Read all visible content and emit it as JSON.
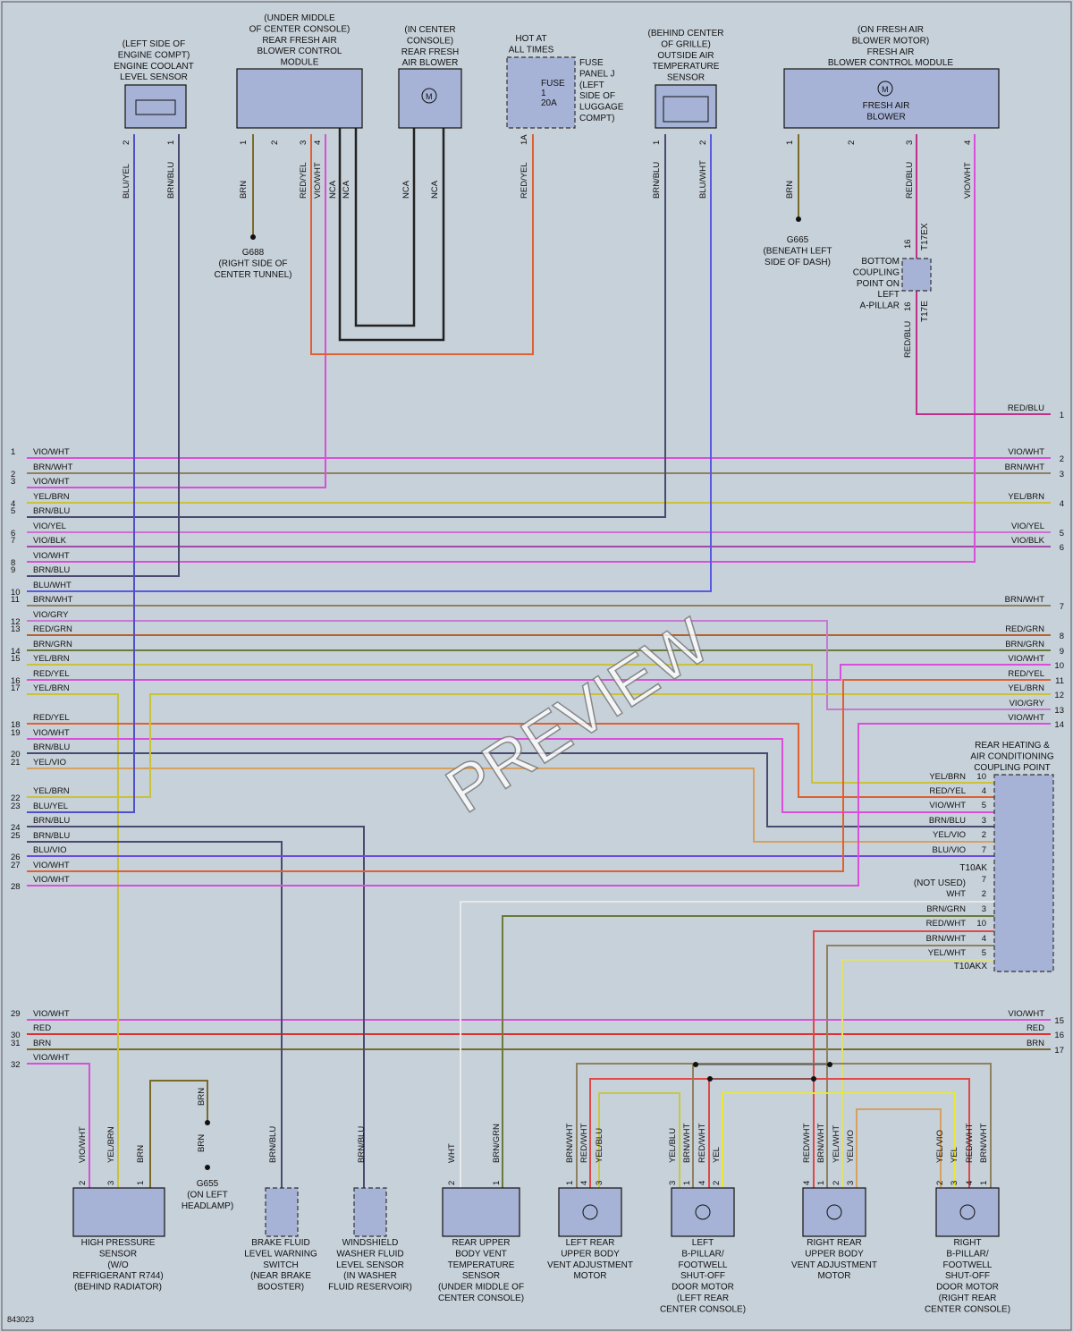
{
  "watermark": "PREVIEW",
  "figure_id": "843023",
  "components": {
    "coolant": [
      "(LEFT SIDE OF",
      "ENGINE COMPT)",
      "ENGINE COOLANT",
      "LEVEL SENSOR"
    ],
    "rear_ctrl": [
      "(UNDER MIDDLE",
      "OF CENTER CONSOLE)",
      "REAR FRESH AIR",
      "BLOWER CONTROL",
      "MODULE"
    ],
    "rear_blower": [
      "(IN CENTER",
      "CONSOLE)",
      "REAR FRESH",
      "AIR BLOWER"
    ],
    "hot": [
      "HOT AT",
      "ALL TIMES"
    ],
    "fuse": [
      "FUSE",
      "1",
      "20A"
    ],
    "fuse_panel": [
      "FUSE",
      "PANEL J",
      "(LEFT",
      "SIDE OF",
      "LUGGAGE",
      "COMPT)"
    ],
    "outside": [
      "(BEHIND CENTER",
      "OF GRILLE)",
      "OUTSIDE AIR",
      "TEMPERATURE",
      "SENSOR"
    ],
    "fresh_ctrl": [
      "(ON FRESH AIR",
      "BLOWER MOTOR)",
      "FRESH AIR",
      "BLOWER CONTROL MODULE"
    ],
    "fresh_blower": [
      "FRESH AIR",
      "BLOWER"
    ],
    "g688": [
      "G688",
      "(RIGHT SIDE OF",
      "CENTER TUNNEL)"
    ],
    "g665": [
      "G665",
      "(BENEATH LEFT",
      "SIDE OF DASH)"
    ],
    "coupling_bottom": [
      "BOTTOM",
      "COUPLING",
      "POINT ON",
      "LEFT",
      "A-PILLAR"
    ],
    "rear_coupling": [
      "REAR HEATING &",
      "AIR CONDITIONING",
      "COUPLING POINT"
    ],
    "g655": [
      "G655",
      "(ON LEFT",
      "HEADLAMP)"
    ],
    "hp_sensor": [
      "HIGH PRESSURE",
      "SENSOR",
      "(W/O",
      "REFRIGERANT R744)",
      "(BEHIND RADIATOR)"
    ],
    "brake": [
      "BRAKE FLUID",
      "LEVEL WARNING",
      "SWITCH",
      "(NEAR BRAKE",
      "BOOSTER)"
    ],
    "washer": [
      "WINDSHIELD",
      "WASHER FLUID",
      "LEVEL SENSOR",
      "(IN WASHER",
      "FLUID RESERVOIR)"
    ],
    "vent_sensor": [
      "REAR UPPER",
      "BODY VENT",
      "TEMPERATURE",
      "SENSOR",
      "(UNDER MIDDLE OF",
      "CENTER CONSOLE)"
    ],
    "left_upper": [
      "LEFT REAR",
      "UPPER BODY",
      "VENT ADJUSTMENT",
      "MOTOR"
    ],
    "left_b": [
      "LEFT",
      "B-PILLAR/",
      "FOOTWELL",
      "SHUT-OFF",
      "DOOR MOTOR",
      "(LEFT REAR",
      "CENTER CONSOLE)"
    ],
    "right_upper": [
      "RIGHT REAR",
      "UPPER BODY",
      "VENT ADJUSTMENT",
      "MOTOR"
    ],
    "right_b": [
      "RIGHT",
      "B-PILLAR/",
      "FOOTWELL",
      "SHUT-OFF",
      "DOOR MOTOR",
      "(RIGHT REAR",
      "CENTER CONSOLE)"
    ]
  },
  "connectors": {
    "t17ex": "T17EX",
    "t17e": "T17E",
    "t10ak": "T10AK",
    "t10akx": "T10AKX",
    "not_used": "(NOT USED)"
  },
  "left_bus": [
    {
      "n": "1",
      "label": "VIO/WHT"
    },
    {
      "n": "2",
      "label": "BRN/WHT"
    },
    {
      "n": "3",
      "label": "VIO/WHT"
    },
    {
      "n": "4",
      "label": "YEL/BRN"
    },
    {
      "n": "5",
      "label": "BRN/BLU"
    },
    {
      "n": "6",
      "label": "VIO/YEL"
    },
    {
      "n": "7",
      "label": "VIO/BLK"
    },
    {
      "n": "8",
      "label": "VIO/WHT"
    },
    {
      "n": "9",
      "label": "BRN/BLU"
    },
    {
      "n": "10",
      "label": "BLU/WHT"
    },
    {
      "n": "11",
      "label": "BRN/WHT"
    },
    {
      "n": "12",
      "label": "VIO/GRY"
    },
    {
      "n": "13",
      "label": "RED/GRN"
    },
    {
      "n": "14",
      "label": "BRN/GRN"
    },
    {
      "n": "15",
      "label": "YEL/BRN"
    },
    {
      "n": "16",
      "label": "RED/YEL"
    },
    {
      "n": "17",
      "label": "YEL/BRN"
    },
    {
      "n": "18",
      "label": "RED/YEL"
    },
    {
      "n": "19",
      "label": "VIO/WHT"
    },
    {
      "n": "20",
      "label": "BRN/BLU"
    },
    {
      "n": "21",
      "label": "YEL/VIO"
    },
    {
      "n": "22",
      "label": "YEL/BRN"
    },
    {
      "n": "23",
      "label": "BLU/YEL"
    },
    {
      "n": "24",
      "label": "BRN/BLU"
    },
    {
      "n": "25",
      "label": "BRN/BLU"
    },
    {
      "n": "26",
      "label": "BLU/VIO"
    },
    {
      "n": "27",
      "label": "VIO/WHT"
    },
    {
      "n": "28",
      "label": "VIO/WHT"
    },
    {
      "n": "29",
      "label": "VIO/WHT"
    },
    {
      "n": "30",
      "label": "RED"
    },
    {
      "n": "31",
      "label": "BRN"
    },
    {
      "n": "32",
      "label": "VIO/WHT"
    }
  ],
  "right_bus": [
    {
      "n": "1",
      "label": "RED/BLU"
    },
    {
      "n": "2",
      "label": "VIO/WHT"
    },
    {
      "n": "3",
      "label": "BRN/WHT"
    },
    {
      "n": "4",
      "label": "YEL/BRN"
    },
    {
      "n": "5",
      "label": "VIO/YEL"
    },
    {
      "n": "6",
      "label": "VIO/BLK"
    },
    {
      "n": "7",
      "label": "BRN/WHT"
    },
    {
      "n": "8",
      "label": "RED/GRN"
    },
    {
      "n": "9",
      "label": "BRN/GRN"
    },
    {
      "n": "10",
      "label": "VIO/WHT"
    },
    {
      "n": "11",
      "label": "RED/YEL"
    },
    {
      "n": "12",
      "label": "YEL/BRN"
    },
    {
      "n": "13",
      "label": "VIO/GRY"
    },
    {
      "n": "14",
      "label": "VIO/WHT"
    },
    {
      "n": "15",
      "label": "VIO/WHT"
    },
    {
      "n": "16",
      "label": "RED"
    },
    {
      "n": "17",
      "label": "BRN"
    }
  ],
  "coupling_pins": [
    {
      "label": "YEL/BRN",
      "n": "10"
    },
    {
      "label": "RED/YEL",
      "n": "4"
    },
    {
      "label": "VIO/WHT",
      "n": "5"
    },
    {
      "label": "BRN/BLU",
      "n": "3"
    },
    {
      "label": "YEL/VIO",
      "n": "2"
    },
    {
      "label": "BLU/VIO",
      "n": "7"
    },
    {
      "label": "",
      "n": "7"
    },
    {
      "label": "WHT",
      "n": "2"
    },
    {
      "label": "BRN/GRN",
      "n": "3"
    },
    {
      "label": "RED/WHT",
      "n": "10"
    },
    {
      "label": "BRN/WHT",
      "n": "4"
    },
    {
      "label": "YEL/WHT",
      "n": "5"
    }
  ],
  "top_pins": {
    "coolant": [
      {
        "n": "2",
        "wire": "BLU/YEL"
      },
      {
        "n": "1",
        "wire": "BRN/BLU"
      }
    ],
    "rear_ctrl": [
      {
        "n": "1",
        "wire": "BRN"
      },
      {
        "n": "2",
        "wire": ""
      },
      {
        "n": "3",
        "wire": "RED/YEL"
      },
      {
        "n": "4",
        "wire": "VIO/WHT"
      },
      {
        "n": "",
        "wire": "NCA"
      },
      {
        "n": "",
        "wire": "NCA"
      }
    ],
    "rear_blower": [
      {
        "n": "",
        "wire": "NCA"
      },
      {
        "n": "",
        "wire": "NCA"
      }
    ],
    "fuse": [
      {
        "n": "1A",
        "wire": "RED/YEL"
      }
    ],
    "outside": [
      {
        "n": "1",
        "wire": "BRN/BLU"
      },
      {
        "n": "2",
        "wire": "BLU/WHT"
      }
    ],
    "fresh": [
      {
        "n": "1",
        "wire": "BRN"
      },
      {
        "n": "2",
        "wire": ""
      },
      {
        "n": "3",
        "wire": "RED/BLU"
      },
      {
        "n": "4",
        "wire": "VIO/WHT"
      }
    ],
    "coupling_a": [
      {
        "n": "16",
        "wire": "RED/BLU"
      }
    ]
  },
  "bottom_pins": {
    "hp": [
      {
        "n": "2",
        "wire": "VIO/WHT"
      },
      {
        "n": "3",
        "wire": "YEL/BRN"
      },
      {
        "n": "1",
        "wire": "BRN"
      }
    ],
    "g655": [
      {
        "n": "",
        "wire": "BRN"
      },
      {
        "n": "",
        "wire": "BRN"
      }
    ],
    "brake": [
      {
        "n": "",
        "wire": "BRN/BLU"
      }
    ],
    "washer": [
      {
        "n": "",
        "wire": "BRN/BLU"
      }
    ],
    "vent": [
      {
        "n": "2",
        "wire": "WHT"
      },
      {
        "n": "1",
        "wire": "BRN/GRN"
      }
    ],
    "lu": [
      {
        "n": "1",
        "wire": "BRN/WHT"
      },
      {
        "n": "4",
        "wire": "RED/WHT"
      },
      {
        "n": "3",
        "wire": "YEL/BLU"
      }
    ],
    "lb": [
      {
        "n": "3",
        "wire": "YEL/BLU"
      },
      {
        "n": "1",
        "wire": "BRN/WHT"
      },
      {
        "n": "4",
        "wire": "RED/WHT"
      },
      {
        "n": "2",
        "wire": "YEL"
      }
    ],
    "ru": [
      {
        "n": "4",
        "wire": "RED/WHT"
      },
      {
        "n": "1",
        "wire": "BRN/WHT"
      },
      {
        "n": "2",
        "wire": "YEL/WHT"
      },
      {
        "n": "3",
        "wire": "YEL/VIO"
      }
    ],
    "rb": [
      {
        "n": "2",
        "wire": "YEL/VIO"
      },
      {
        "n": "3",
        "wire": "YEL"
      },
      {
        "n": "4",
        "wire": "RED/WHT"
      },
      {
        "n": "1",
        "wire": "BRN/WHT"
      }
    ]
  },
  "wire_colors": {
    "VIO/WHT": "#d94fd9",
    "BRN/WHT": "#8f8060",
    "YEL/BRN": "#c9c23a",
    "BRN/BLU": "#4a4a70",
    "VIO/YEL": "#cf6fd0",
    "VIO/BLK": "#a04aa8",
    "BLU/WHT": "#5a5ae0",
    "VIO/GRY": "#c57ad2",
    "RED/GRN": "#b8602a",
    "BRN/GRN": "#6b7a3a",
    "RED/YEL": "#e06030",
    "YEL/VIO": "#d8a060",
    "BLU/YEL": "#5050c8",
    "BLU/VIO": "#6a4ae0",
    "RED": "#e03030",
    "BRN": "#7a6a2a",
    "RED/BLU": "#c0308a",
    "RED/WHT": "#e04848",
    "YEL/WHT": "#e0e070",
    "YEL": "#e8e830",
    "WHT": "#f0f0f0",
    "BRN/GRN2": "#5e7a2a",
    "NCA": "#222222",
    "YEL/BLU": "#c8c840"
  }
}
